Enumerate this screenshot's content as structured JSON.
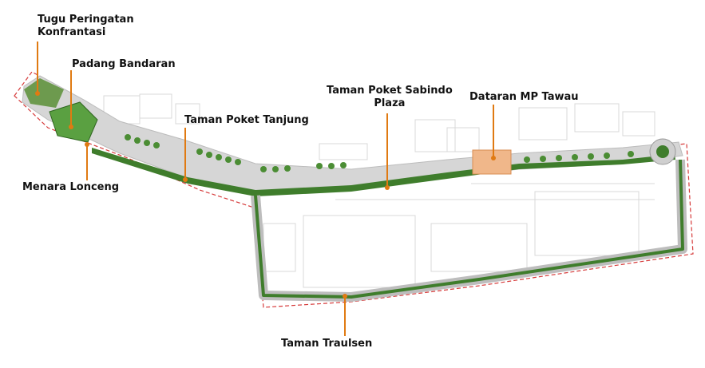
{
  "labels": {
    "tugu": [
      "Tugu Peringatan",
      "Konfrantasi"
    ],
    "padang": "Padang Bandaran",
    "tanjung": "Taman Poket Tanjung",
    "sabindo": [
      "Taman Poket Sabindo",
      "Plaza"
    ],
    "dataran": "Dataran MP Tawau",
    "menara": "Menara Lonceng",
    "traulsen": "Taman Traulsen"
  },
  "colors": {
    "accent": "#e07a12",
    "greenery": "#3f7d2c",
    "road": "#d6d6d6",
    "boundary": "#d63a3a",
    "plaza": "#f0b78a"
  }
}
